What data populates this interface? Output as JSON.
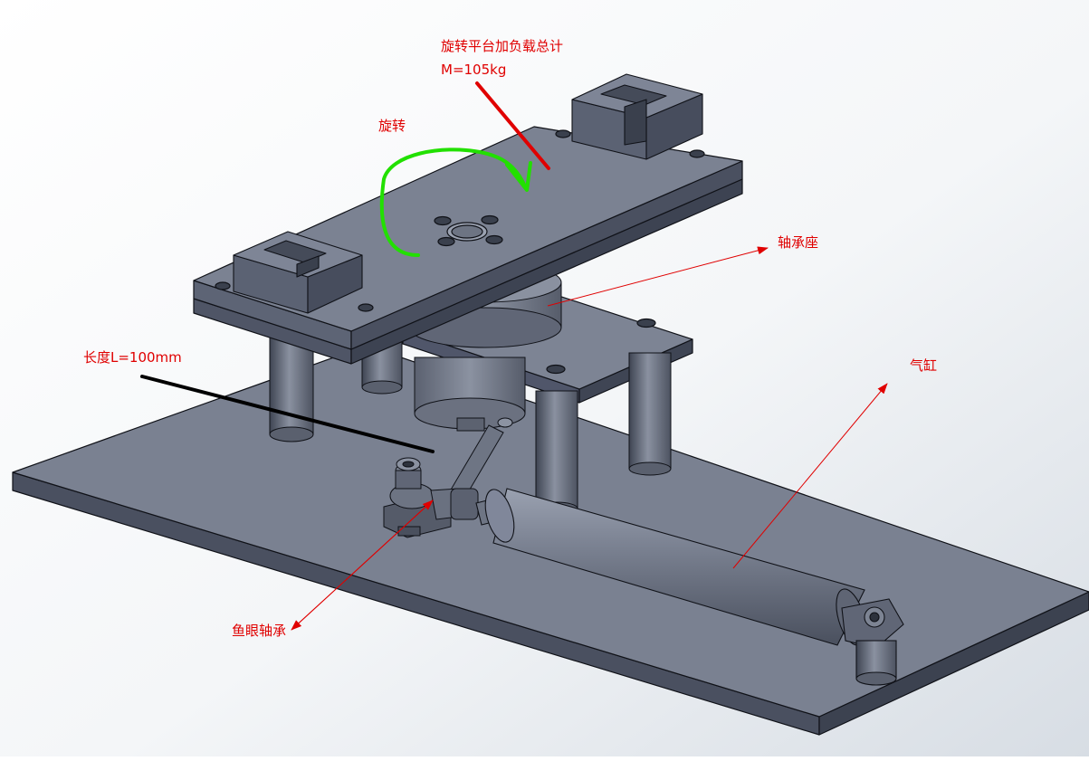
{
  "colors": {
    "annotation": "#e00000",
    "rotation_arrow": "#22e000",
    "length_line": "#000000",
    "steel_top": "#7b8292",
    "steel_side": "#545b6b",
    "edge": "#101218"
  },
  "annotations": {
    "total_load_title": "旋转平台加负载总计",
    "total_load_mass": "M=105kg",
    "rotation": "旋转",
    "bearing_seat": "轴承座",
    "arm_length": "长度L=100mm",
    "cylinder": "气缸",
    "rod_end_bearing": "鱼眼轴承"
  }
}
